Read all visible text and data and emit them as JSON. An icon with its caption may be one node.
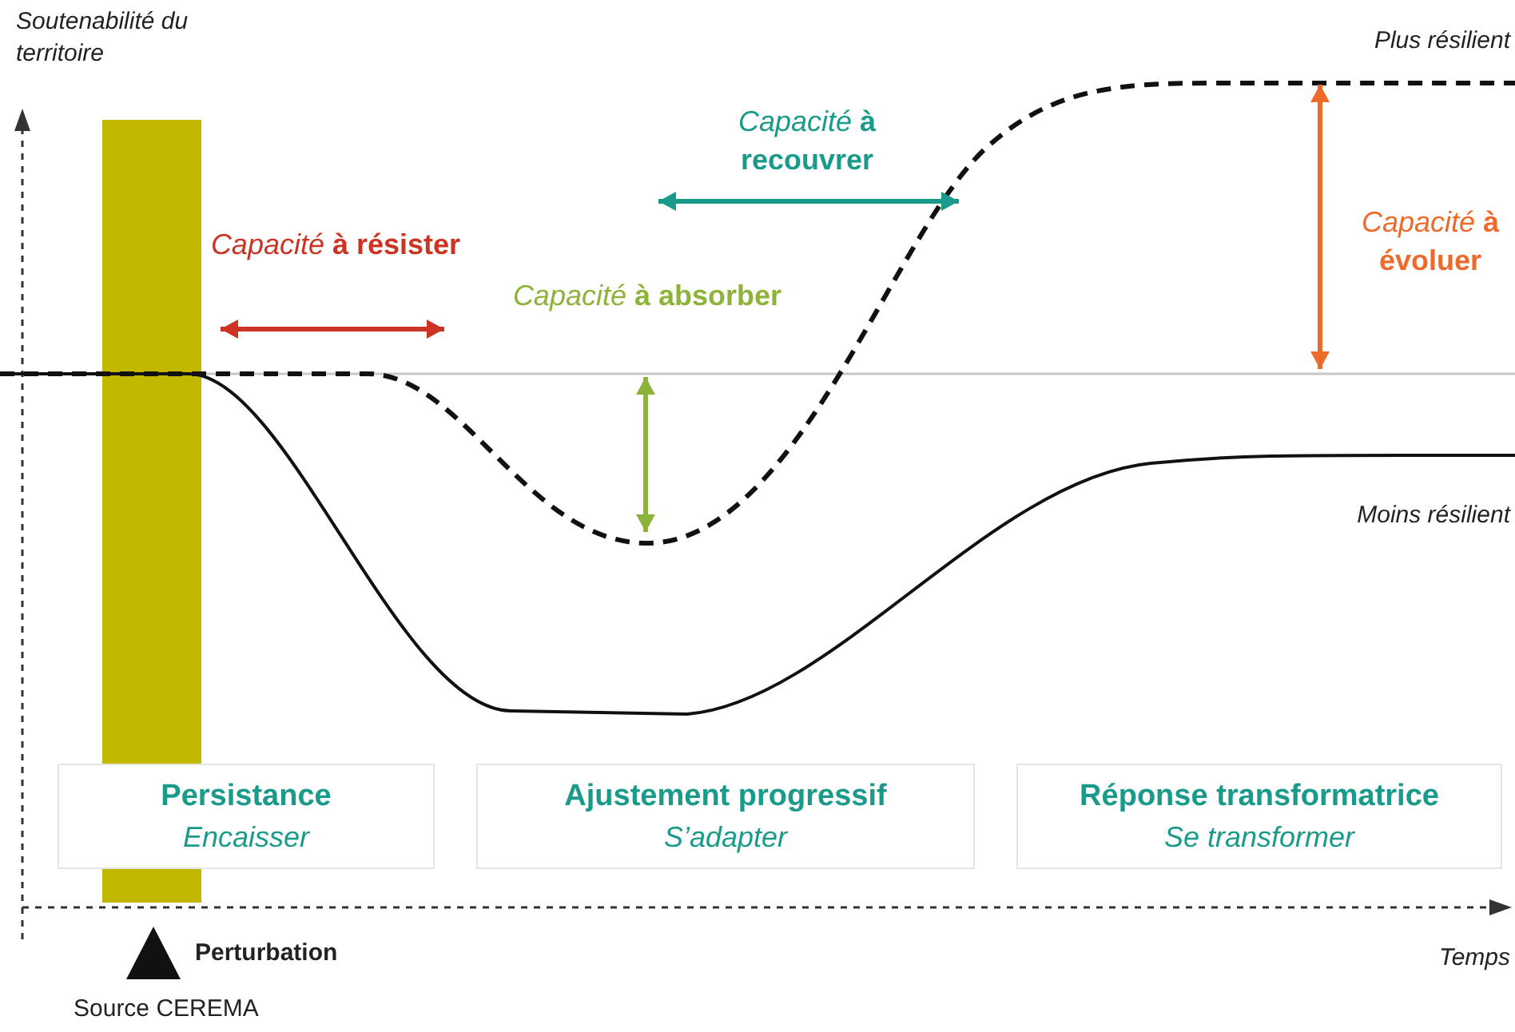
{
  "diagram": {
    "nodes": [
      {
        "text": [
          "Persistance",
          "Encaisser"
        ]
      },
      {
        "text": [
          "Ajustement progressif",
          "S’adapter"
        ]
      },
      {
        "text": [
          "Réponse transformatrice",
          "Se transformer"
        ]
      }
    ],
    "edges": [],
    "labels": [
      "Soutenabilité du territoire",
      "Plus résilient",
      "*Capacité* **à recouvrer**",
      "*Capacité* **à résister**",
      "*Capacité* **à absorber**",
      "*Capacité* **à évoluer**",
      "Moins résilient",
      "Perturbation",
      "Temps",
      "Source CEREMA"
    ]
  }
}
